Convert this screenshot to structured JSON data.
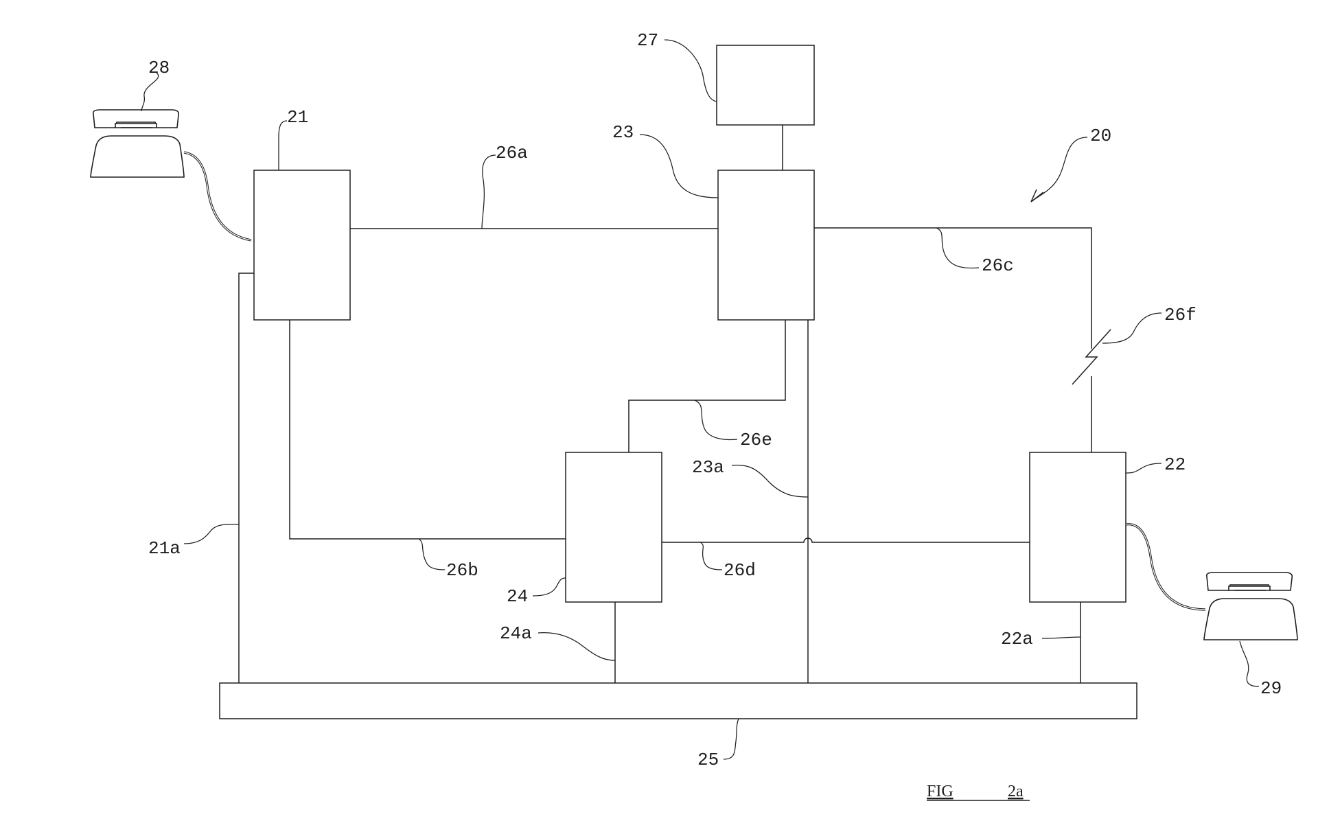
{
  "labels": {
    "n20": "20",
    "n21": "21",
    "n21a": "21a",
    "n22": "22",
    "n22a": "22a",
    "n23": "23",
    "n23a": "23a",
    "n24": "24",
    "n24a": "24a",
    "n25": "25",
    "n26a": "26a",
    "n26b": "26b",
    "n26c": "26c",
    "n26d": "26d",
    "n26e": "26e",
    "n26f": "26f",
    "n27": "27",
    "n28": "28",
    "n29": "29"
  },
  "caption": {
    "fig": "FIG",
    "num": "2a"
  },
  "colors": {
    "ink": "#1e1e1e",
    "paper": "#ffffff"
  }
}
